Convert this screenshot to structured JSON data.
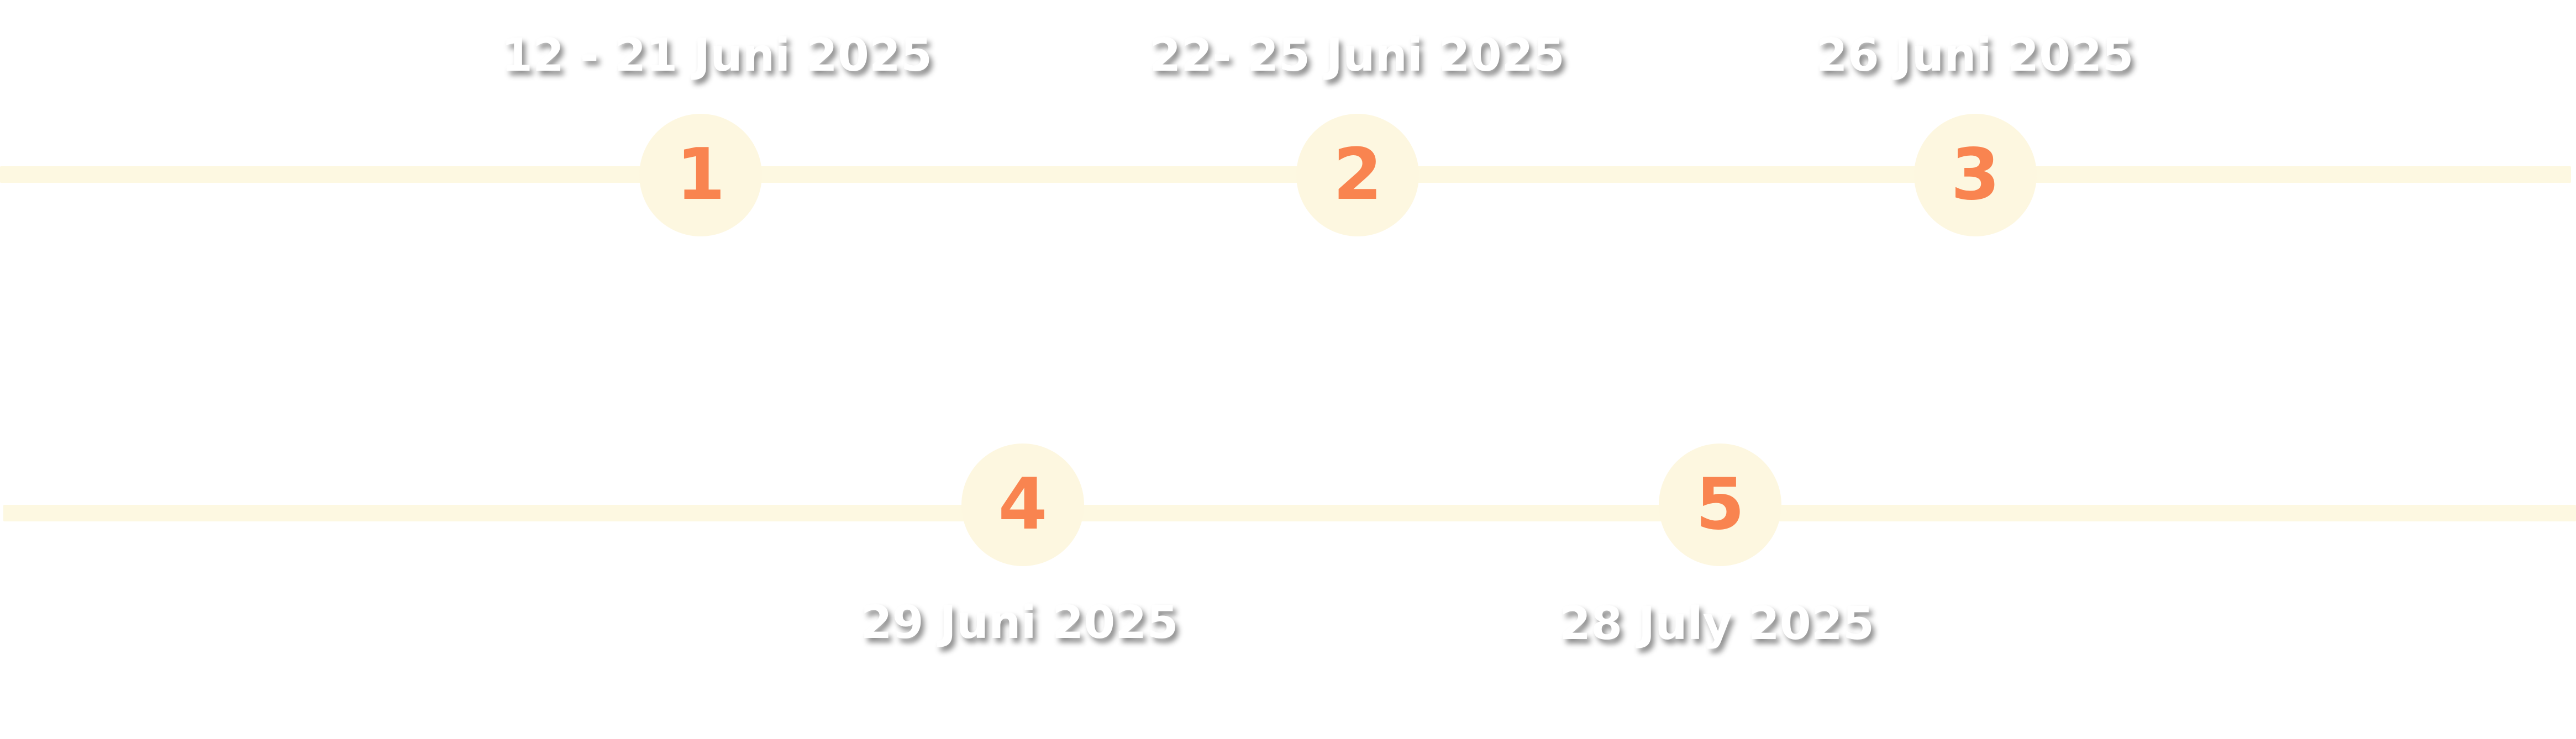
{
  "colors": {
    "track": "#fdf8e1",
    "node_fill": "#fdf7e0",
    "number": "#f98450",
    "date_text": "#ffffff"
  },
  "steps": [
    {
      "number": "1",
      "date": "12 - 21 Juni 2025"
    },
    {
      "number": "2",
      "date": "22- 25 Juni 2025"
    },
    {
      "number": "3",
      "date": "26 Juni 2025"
    },
    {
      "number": "4",
      "date": "29 Juni 2025"
    },
    {
      "number": "5",
      "date": "28 July 2025"
    }
  ]
}
